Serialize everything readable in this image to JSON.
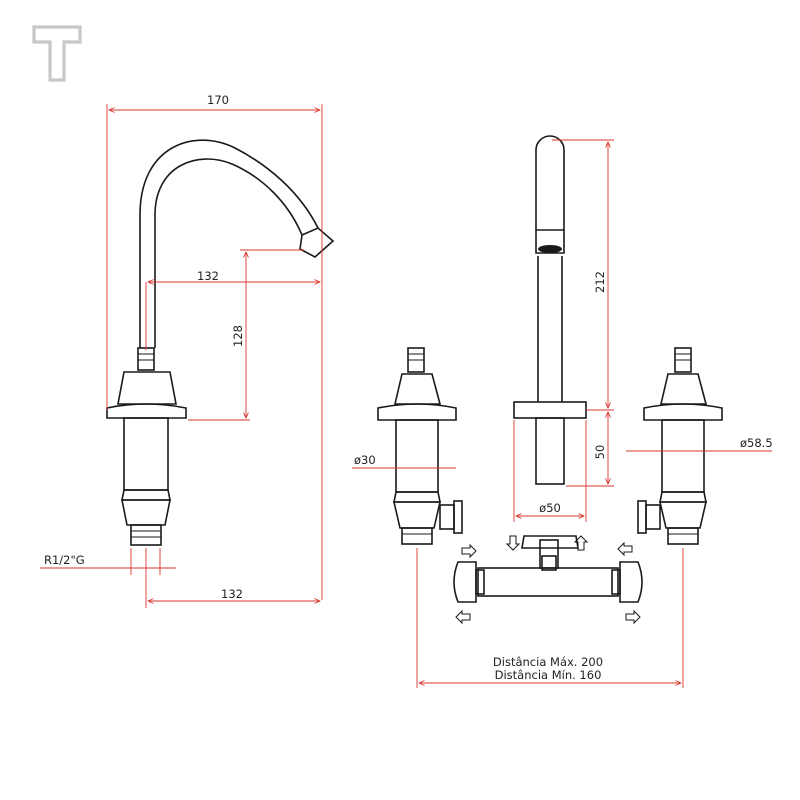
{
  "dimensions": {
    "spout_width": "170",
    "spout_reach_upper": "132",
    "spout_height": "128",
    "thread_size": "R1/2\"G",
    "spout_reach_lower": "132",
    "side_height": "212",
    "side_base_height": "50",
    "handle_body_diameter": "ø30",
    "spout_base_diameter": "ø50",
    "handle_flange_diameter": "ø58.5",
    "distance_max": "Distância  Máx. 200",
    "distance_min": "Distância  Mín. 160"
  },
  "colors": {
    "dimension_line": "#d9342b",
    "outline": "#1a1a1a",
    "logo": "#c8c8c8"
  }
}
